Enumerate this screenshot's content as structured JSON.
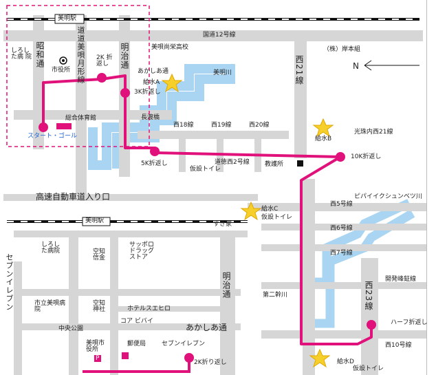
{
  "colors": {
    "road": "#d6d6d6",
    "river": "#a9d5f2",
    "route": "#e0117a",
    "dash": "#e0117a",
    "star": "#f6cf2a"
  },
  "top_map": {
    "station": "美明駅",
    "national_road": "国道12号線",
    "bimei_river": "美明川",
    "roads": {
      "showa": "昭和通",
      "michi": "道道美唄月形線",
      "meiji": "明治通",
      "nishi21": "西21線",
      "w18": "西18線",
      "w19": "西19線",
      "w20": "西20線",
      "kokyu": "光珠内西21線",
      "shin2": "道徳西2号線"
    },
    "places": {
      "shirorita": "しろした病 院",
      "shiyakusho": "市役所",
      "bimei_hs": "美唄尚栄高校",
      "kishimoto": "（株）岸本組",
      "sogo": "総合体育館",
      "chokobashi": "長渡橋",
      "kyogo": "教護所",
      "toilet": "仮設トイレ",
      "akashia": "あかしあ通"
    },
    "labels": {
      "k2": "2K 折返し",
      "k3": "3K折返し",
      "k5": "5K折返し",
      "k10": "10K折返し",
      "start": "スタート・ゴール",
      "water_a": "給水A",
      "water_b": "給水B",
      "north": "N"
    }
  },
  "bottom_map": {
    "highway": "高速自動車道入り口",
    "station": "美明駅",
    "sukiya": "すき家",
    "places": {
      "shirorita": "しろした病院",
      "sora_bank": "空知信金",
      "sapporo_drug": "サッポロドラッグストア",
      "city_hosp": "市立美唄病院",
      "sora_jinja": "空知神社",
      "hotels": "ホテルスエヒロ",
      "coa": "コア ビバイ",
      "chuo": "中央公園",
      "shiyakusho": "美唄市役所",
      "post": "郵便局",
      "seven": "セブンイレブン",
      "seven_v": "セブンイレブン",
      "parking": "P"
    },
    "roads": {
      "meiji": "明治通",
      "akashia": "あかしあ通",
      "nishi23": "西23線",
      "r5": "西5号線",
      "r6": "西6号線",
      "r7": "西7号線",
      "r10": "西10号線",
      "kaihatsu": "開発峰鉦線",
      "n2kan": "第二幹川"
    },
    "labels": {
      "pipai": "ピパイイクシュンベツ川",
      "water_c": "給水C",
      "toilet": "仮設トイレ",
      "half": "ハーフ折返し",
      "k2": "2K折り返し",
      "water_d": "給水D",
      "toilet2": "仮設トイレ"
    }
  }
}
